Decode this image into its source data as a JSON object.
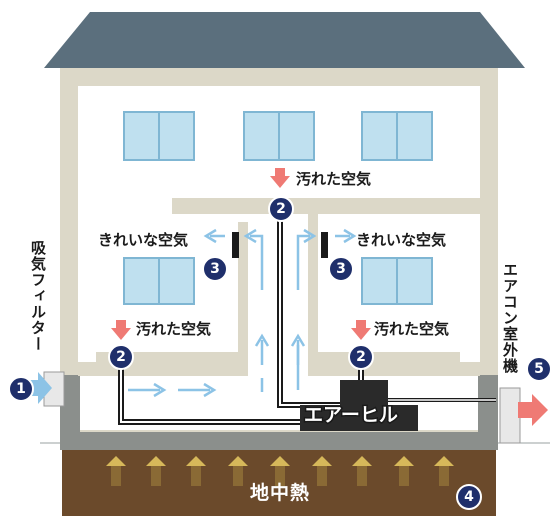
{
  "labels": {
    "dirty_air": "汚れた空気",
    "clean_air": "きれいな空気",
    "intake_filter": "吸気フィルター",
    "ac_outdoor_unit": "エアコン室外機",
    "air_hill": "エアーヒル",
    "ground_heat": "地中熱"
  },
  "badges": {
    "b1": "1",
    "b2": "2",
    "b3": "3",
    "b4": "4",
    "b5": "5"
  },
  "colors": {
    "roof": "#5b6f7d",
    "wall": "#dcd8c8",
    "frame": "#8b8f8c",
    "ground": "#6a4a2b",
    "duct_flow": "#8cc3e6",
    "dirty_arrow": "#ef7a74",
    "badge": "#1f2f6b",
    "window": "#bfe0ef",
    "unit": "#2a2a2a"
  },
  "icons": {
    "inlet_arrow": "blue-arrow-right-icon",
    "exhaust_arrow": "pink-arrow-right-icon",
    "heat_arrow": "up-arrow-icon"
  }
}
